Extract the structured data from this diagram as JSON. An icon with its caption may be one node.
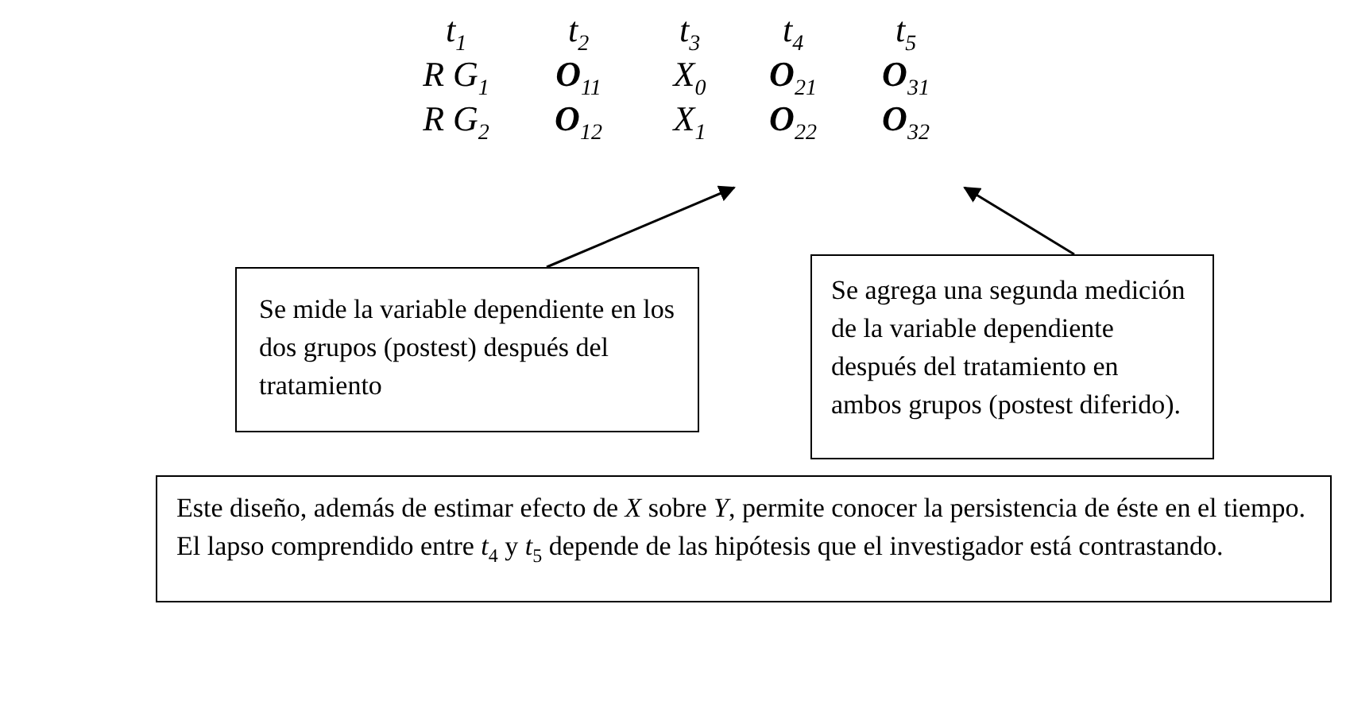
{
  "diagram": {
    "nodes": [
      {
        "text": [
          "Se mide la variable dependiente en los dos grupos (postest) después del tratamiento"
        ]
      },
      {
        "text": [
          "Se agrega una segunda medición de la variable dependiente  después del tratamiento en ambos grupos (postest diferido)."
        ]
      },
      {
        "text": [
          "Este diseño, además de estimar efecto de *X* sobre *Y*, permite conocer la persistencia de éste en el tiempo. El lapso comprendido entre *t*$_{4}$ y *t*$_{5}$ depende de las hipótesis que el investigador está contrastando."
        ]
      }
    ],
    "edges": [
      {
        "from": 0,
        "to": null,
        "arrow": "to"
      },
      {
        "from": 1,
        "to": null,
        "arrow": "to"
      }
    ],
    "labels": [
      "t$_{1}$",
      "t$_{2}$",
      "t$_{3}$",
      "t$_{4}$",
      "t$_{5}$",
      "R G$_{1}$",
      "**O**$_{11}$",
      "X$_{0}$",
      "**O**$_{21}$",
      "**O**$_{31}$",
      "R G$_{2}$",
      "**O**$_{12}$",
      "X$_{1}$",
      "**O**$_{22}$",
      "**O**$_{32}$"
    ]
  }
}
